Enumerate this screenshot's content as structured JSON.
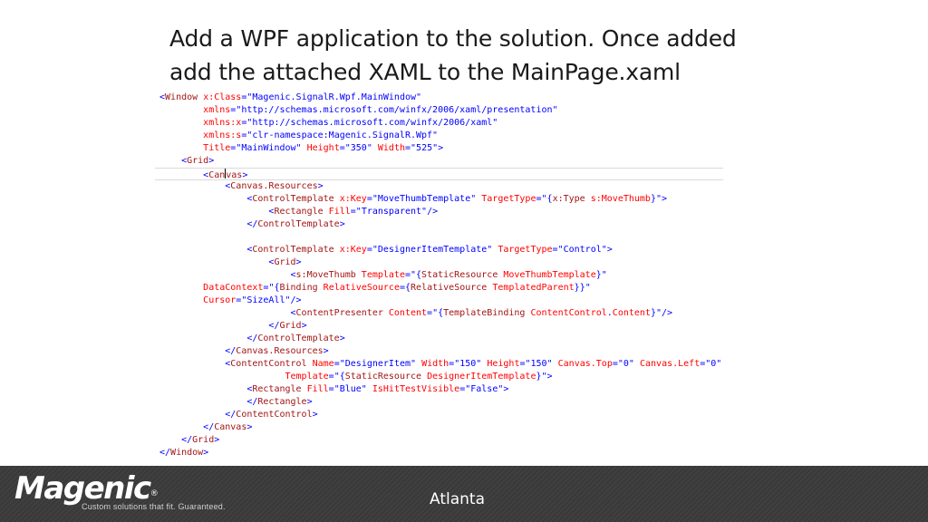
{
  "slide": {
    "title_lines": [
      "Add a WPF application to the solution. Once added",
      "add the attached XAML to the MainPage.xaml"
    ]
  },
  "code_lines": [
    [
      [
        "t-br",
        "<"
      ],
      [
        "t-tag",
        "Window"
      ],
      [
        "t-plain",
        " "
      ],
      [
        "t-attr",
        "x:Class"
      ],
      [
        "t-br",
        "="
      ],
      [
        "t-val",
        "\"Magenic.SignalR.Wpf.MainWindow\""
      ]
    ],
    [
      [
        "t-plain",
        "        "
      ],
      [
        "t-attr",
        "xmlns"
      ],
      [
        "t-br",
        "="
      ],
      [
        "t-val",
        "\"http://schemas.microsoft.com/winfx/2006/xaml/presentation\""
      ]
    ],
    [
      [
        "t-plain",
        "        "
      ],
      [
        "t-attr",
        "xmlns:x"
      ],
      [
        "t-br",
        "="
      ],
      [
        "t-val",
        "\"http://schemas.microsoft.com/winfx/2006/xaml\""
      ]
    ],
    [
      [
        "t-plain",
        "        "
      ],
      [
        "t-attr",
        "xmlns:s"
      ],
      [
        "t-br",
        "="
      ],
      [
        "t-val",
        "\"clr-namespace:Magenic.SignalR.Wpf\""
      ]
    ],
    [
      [
        "t-plain",
        "        "
      ],
      [
        "t-attr",
        "Title"
      ],
      [
        "t-br",
        "="
      ],
      [
        "t-val",
        "\"MainWindow\""
      ],
      [
        "t-plain",
        " "
      ],
      [
        "t-attr",
        "Height"
      ],
      [
        "t-br",
        "="
      ],
      [
        "t-val",
        "\"350\""
      ],
      [
        "t-plain",
        " "
      ],
      [
        "t-attr",
        "Width"
      ],
      [
        "t-br",
        "="
      ],
      [
        "t-val",
        "\"525\""
      ],
      [
        "t-br",
        ">"
      ]
    ],
    [
      [
        "t-plain",
        "    "
      ],
      [
        "t-br",
        "<"
      ],
      [
        "t-tag",
        "Grid"
      ],
      [
        "t-br",
        ">"
      ]
    ],
    [
      [
        "t-plain",
        "        "
      ],
      [
        "t-br",
        "<"
      ],
      [
        "t-tag",
        "Can"
      ],
      [
        "caret",
        ""
      ],
      [
        "t-tag",
        "vas"
      ],
      [
        "t-br",
        ">"
      ]
    ],
    [
      [
        "t-plain",
        "            "
      ],
      [
        "t-br",
        "<"
      ],
      [
        "t-tag",
        "Canvas.Resources"
      ],
      [
        "t-br",
        ">"
      ]
    ],
    [
      [
        "t-plain",
        "                "
      ],
      [
        "t-br",
        "<"
      ],
      [
        "t-tag",
        "ControlTemplate"
      ],
      [
        "t-plain",
        " "
      ],
      [
        "t-attr",
        "x:Key"
      ],
      [
        "t-br",
        "="
      ],
      [
        "t-val",
        "\"MoveThumbTemplate\""
      ],
      [
        "t-plain",
        " "
      ],
      [
        "t-attr",
        "TargetType"
      ],
      [
        "t-br",
        "="
      ],
      [
        "t-val",
        "\"{"
      ],
      [
        "t-tag",
        "x:Type"
      ],
      [
        "t-plain",
        " "
      ],
      [
        "t-attr",
        "s:MoveThumb"
      ],
      [
        "t-val",
        "}\""
      ],
      [
        "t-br",
        ">"
      ]
    ],
    [
      [
        "t-plain",
        "                    "
      ],
      [
        "t-br",
        "<"
      ],
      [
        "t-tag",
        "Rectangle"
      ],
      [
        "t-plain",
        " "
      ],
      [
        "t-attr",
        "Fill"
      ],
      [
        "t-br",
        "="
      ],
      [
        "t-val",
        "\"Transparent\""
      ],
      [
        "t-br",
        "/>"
      ]
    ],
    [
      [
        "t-plain",
        "                "
      ],
      [
        "t-br",
        "</"
      ],
      [
        "t-tag",
        "ControlTemplate"
      ],
      [
        "t-br",
        ">"
      ]
    ],
    [],
    [
      [
        "t-plain",
        "                "
      ],
      [
        "t-br",
        "<"
      ],
      [
        "t-tag",
        "ControlTemplate"
      ],
      [
        "t-plain",
        " "
      ],
      [
        "t-attr",
        "x:Key"
      ],
      [
        "t-br",
        "="
      ],
      [
        "t-val",
        "\"DesignerItemTemplate\""
      ],
      [
        "t-plain",
        " "
      ],
      [
        "t-attr",
        "TargetType"
      ],
      [
        "t-br",
        "="
      ],
      [
        "t-val",
        "\"Control\""
      ],
      [
        "t-br",
        ">"
      ]
    ],
    [
      [
        "t-plain",
        "                    "
      ],
      [
        "t-br",
        "<"
      ],
      [
        "t-tag",
        "Grid"
      ],
      [
        "t-br",
        ">"
      ]
    ],
    [
      [
        "t-plain",
        "                        "
      ],
      [
        "t-br",
        "<"
      ],
      [
        "t-tag",
        "s:MoveThumb"
      ],
      [
        "t-plain",
        " "
      ],
      [
        "t-attr",
        "Template"
      ],
      [
        "t-br",
        "="
      ],
      [
        "t-val",
        "\"{"
      ],
      [
        "t-tag",
        "StaticResource"
      ],
      [
        "t-plain",
        " "
      ],
      [
        "t-attr",
        "MoveThumbTemplate"
      ],
      [
        "t-val",
        "}\""
      ]
    ],
    [
      [
        "t-plain",
        "        "
      ],
      [
        "t-attr",
        "DataContext"
      ],
      [
        "t-br",
        "="
      ],
      [
        "t-val",
        "\"{"
      ],
      [
        "t-tag",
        "Binding"
      ],
      [
        "t-plain",
        " "
      ],
      [
        "t-attr",
        "RelativeSource"
      ],
      [
        "t-br",
        "="
      ],
      [
        "t-val",
        "{"
      ],
      [
        "t-tag",
        "RelativeSource"
      ],
      [
        "t-plain",
        " "
      ],
      [
        "t-attr",
        "TemplatedParent"
      ],
      [
        "t-val",
        "}}\""
      ]
    ],
    [
      [
        "t-plain",
        "        "
      ],
      [
        "t-attr",
        "Cursor"
      ],
      [
        "t-br",
        "="
      ],
      [
        "t-val",
        "\"SizeAll\""
      ],
      [
        "t-br",
        "/>"
      ]
    ],
    [
      [
        "t-plain",
        "                        "
      ],
      [
        "t-br",
        "<"
      ],
      [
        "t-tag",
        "ContentPresenter"
      ],
      [
        "t-plain",
        " "
      ],
      [
        "t-attr",
        "Content"
      ],
      [
        "t-br",
        "="
      ],
      [
        "t-val",
        "\"{"
      ],
      [
        "t-tag",
        "TemplateBinding"
      ],
      [
        "t-plain",
        " "
      ],
      [
        "t-attr",
        "ContentControl"
      ],
      [
        "t-br",
        "."
      ],
      [
        "t-attr",
        "Content"
      ],
      [
        "t-val",
        "}\""
      ],
      [
        "t-br",
        "/>"
      ]
    ],
    [
      [
        "t-plain",
        "                    "
      ],
      [
        "t-br",
        "</"
      ],
      [
        "t-tag",
        "Grid"
      ],
      [
        "t-br",
        ">"
      ]
    ],
    [
      [
        "t-plain",
        "                "
      ],
      [
        "t-br",
        "</"
      ],
      [
        "t-tag",
        "ControlTemplate"
      ],
      [
        "t-br",
        ">"
      ]
    ],
    [
      [
        "t-plain",
        "            "
      ],
      [
        "t-br",
        "</"
      ],
      [
        "t-tag",
        "Canvas.Resources"
      ],
      [
        "t-br",
        ">"
      ]
    ],
    [
      [
        "t-plain",
        "            "
      ],
      [
        "t-br",
        "<"
      ],
      [
        "t-tag",
        "ContentControl"
      ],
      [
        "t-plain",
        " "
      ],
      [
        "t-attr",
        "Name"
      ],
      [
        "t-br",
        "="
      ],
      [
        "t-val",
        "\"DesignerItem\""
      ],
      [
        "t-plain",
        " "
      ],
      [
        "t-attr",
        "Width"
      ],
      [
        "t-br",
        "="
      ],
      [
        "t-val",
        "\"150\""
      ],
      [
        "t-plain",
        " "
      ],
      [
        "t-attr",
        "Height"
      ],
      [
        "t-br",
        "="
      ],
      [
        "t-val",
        "\"150\""
      ],
      [
        "t-plain",
        " "
      ],
      [
        "t-attr",
        "Canvas.Top"
      ],
      [
        "t-br",
        "="
      ],
      [
        "t-val",
        "\"0\""
      ],
      [
        "t-plain",
        " "
      ],
      [
        "t-attr",
        "Canvas.Left"
      ],
      [
        "t-br",
        "="
      ],
      [
        "t-val",
        "\"0\""
      ]
    ],
    [
      [
        "t-plain",
        "                       "
      ],
      [
        "t-attr",
        "Template"
      ],
      [
        "t-br",
        "="
      ],
      [
        "t-val",
        "\"{"
      ],
      [
        "t-tag",
        "StaticResource"
      ],
      [
        "t-plain",
        " "
      ],
      [
        "t-attr",
        "DesignerItemTemplate"
      ],
      [
        "t-val",
        "}\""
      ],
      [
        "t-br",
        ">"
      ]
    ],
    [
      [
        "t-plain",
        "                "
      ],
      [
        "t-br",
        "<"
      ],
      [
        "t-tag",
        "Rectangle"
      ],
      [
        "t-plain",
        " "
      ],
      [
        "t-attr",
        "Fill"
      ],
      [
        "t-br",
        "="
      ],
      [
        "t-val",
        "\"Blue\""
      ],
      [
        "t-plain",
        " "
      ],
      [
        "t-attr",
        "IsHitTestVisible"
      ],
      [
        "t-br",
        "="
      ],
      [
        "t-val",
        "\"False\""
      ],
      [
        "t-br",
        ">"
      ]
    ],
    [
      [
        "t-plain",
        "                "
      ],
      [
        "t-br",
        "</"
      ],
      [
        "t-tag",
        "Rectangle"
      ],
      [
        "t-br",
        ">"
      ]
    ],
    [
      [
        "t-plain",
        "            "
      ],
      [
        "t-br",
        "</"
      ],
      [
        "t-tag",
        "ContentControl"
      ],
      [
        "t-br",
        ">"
      ]
    ],
    [
      [
        "t-plain",
        "        "
      ],
      [
        "t-br",
        "</"
      ],
      [
        "t-tag",
        "Canvas"
      ],
      [
        "t-br",
        ">"
      ]
    ],
    [
      [
        "t-plain",
        "    "
      ],
      [
        "t-br",
        "</"
      ],
      [
        "t-tag",
        "Grid"
      ],
      [
        "t-br",
        ">"
      ]
    ],
    [
      [
        "t-br",
        "</"
      ],
      [
        "t-tag",
        "Window"
      ],
      [
        "t-br",
        ">"
      ]
    ]
  ],
  "footer": {
    "logo_text": "Magenic",
    "logo_reg": "®",
    "tagline": "Custom solutions that fit. Guaranteed.",
    "location": "Atlanta"
  },
  "colors": {
    "footer_bg": "#3b3b3b",
    "xml_tag": "#a31515",
    "xml_attr": "#ff0000",
    "xml_value": "#0000ff"
  }
}
